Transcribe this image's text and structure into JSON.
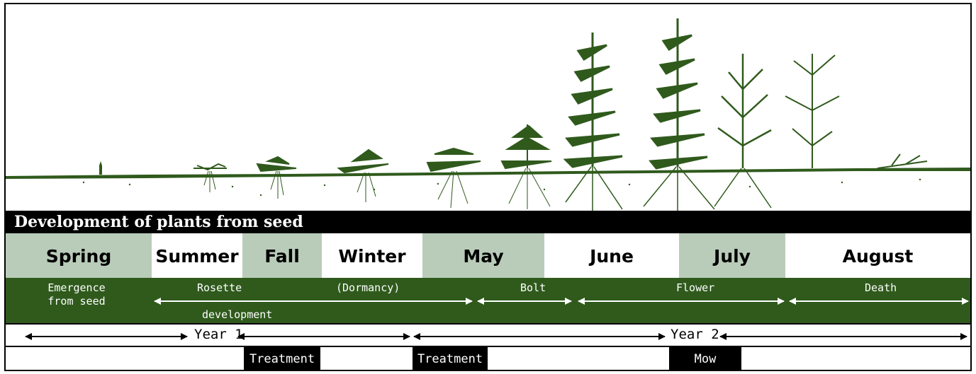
{
  "title": "Development of plants from seed",
  "colors": {
    "plant_green": "#2f5a1c",
    "season_shaded": "#b9ccb9",
    "season_plain": "#ffffff",
    "title_bg": "#000000",
    "stage_band": "#2f5a1c"
  },
  "seasons": [
    {
      "label": "Spring",
      "shaded": true
    },
    {
      "label": "Summer",
      "shaded": false
    },
    {
      "label": "Fall",
      "shaded": true
    },
    {
      "label": "Winter",
      "shaded": false
    },
    {
      "label": "May",
      "shaded": true
    },
    {
      "label": "June",
      "shaded": false
    },
    {
      "label": "July",
      "shaded": true
    },
    {
      "label": "August",
      "shaded": false
    }
  ],
  "stages": {
    "emergence_line1": "Emergence",
    "emergence_line2": "from seed",
    "rosette": "Rosette",
    "rosette_development": "development",
    "dormancy": "(Dormancy)",
    "bolt": "Bolt",
    "flower": "Flower",
    "death": "Death"
  },
  "years": {
    "year1": "Year 1",
    "year2": "Year 2"
  },
  "actions": {
    "treatment1": "Treatment",
    "treatment2": "Treatment",
    "mow": "Mow"
  }
}
